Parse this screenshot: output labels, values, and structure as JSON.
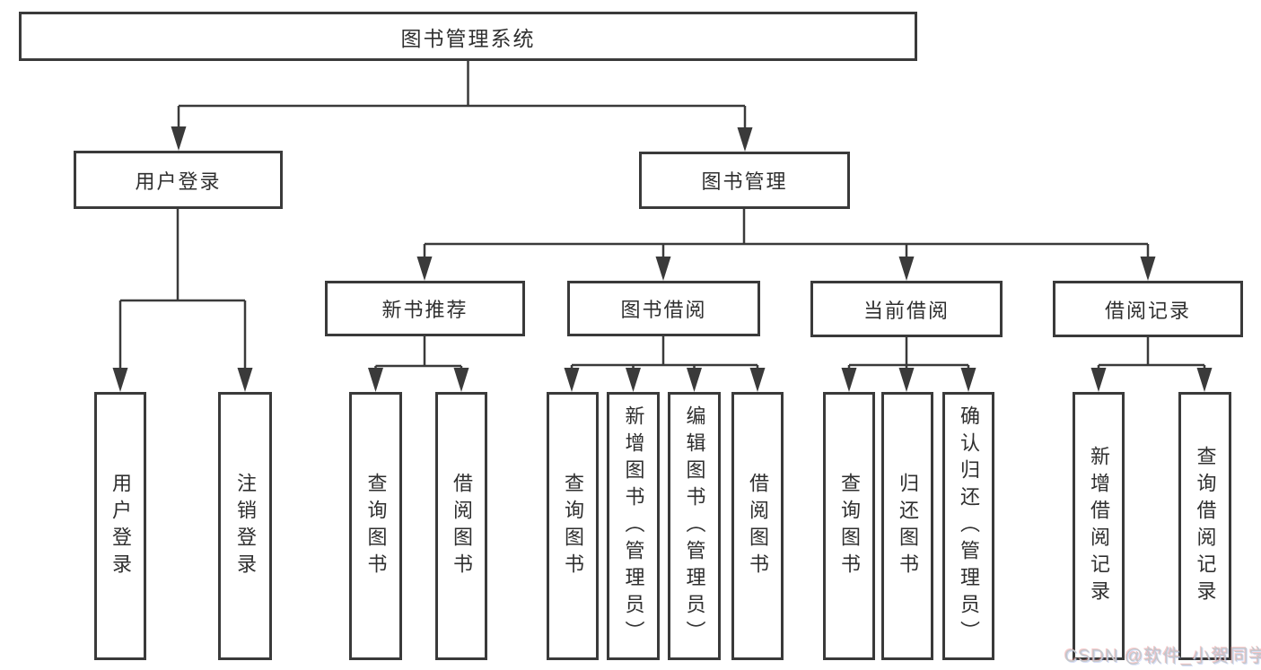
{
  "colors": {
    "line": "#3a3a3a",
    "text": "#2f2f2f",
    "watermark": "#c3c7cb"
  },
  "tree": {
    "root": "图书管理系统",
    "branches": [
      {
        "label": "用户登录",
        "children": [
          "用户登录",
          "注销登录"
        ]
      },
      {
        "label": "图书管理",
        "modules": [
          {
            "label": "新书推荐",
            "children": [
              "查询图书",
              "借阅图书"
            ]
          },
          {
            "label": "图书借阅",
            "children": [
              "查询图书",
              "新增图书（管理员）",
              "编辑图书（管理员）",
              "借阅图书"
            ]
          },
          {
            "label": "当前借阅",
            "children": [
              "查询图书",
              "归还图书",
              "确认归还（管理员）"
            ]
          },
          {
            "label": "借阅记录",
            "children": [
              "新增借阅记录",
              "查询借阅记录"
            ]
          }
        ]
      }
    ]
  },
  "watermark": "CSDN @软件_小贺同学"
}
